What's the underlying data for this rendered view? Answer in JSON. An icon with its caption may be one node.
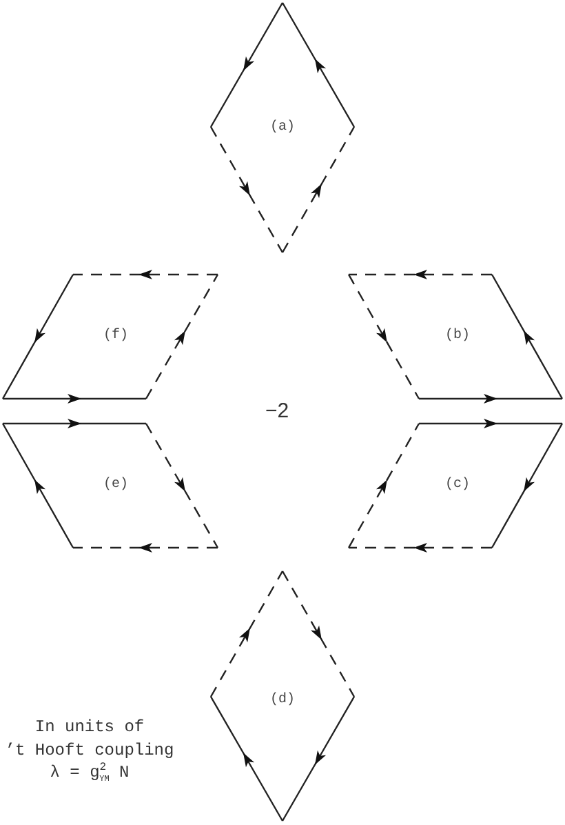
{
  "diagram": {
    "nodes": [
      {
        "text": [
          "(a)"
        ]
      },
      {
        "text": [
          "(f)"
        ]
      },
      {
        "text": [
          "(b)"
        ]
      },
      {
        "text": [
          "(e)"
        ]
      },
      {
        "text": [
          "(c)"
        ]
      },
      {
        "text": [
          "(d)"
        ]
      }
    ],
    "labels": [
      "−2",
      "In units of ’t Hooft coupling λ = g$^{2}$$_{YM}$ N"
    ]
  }
}
